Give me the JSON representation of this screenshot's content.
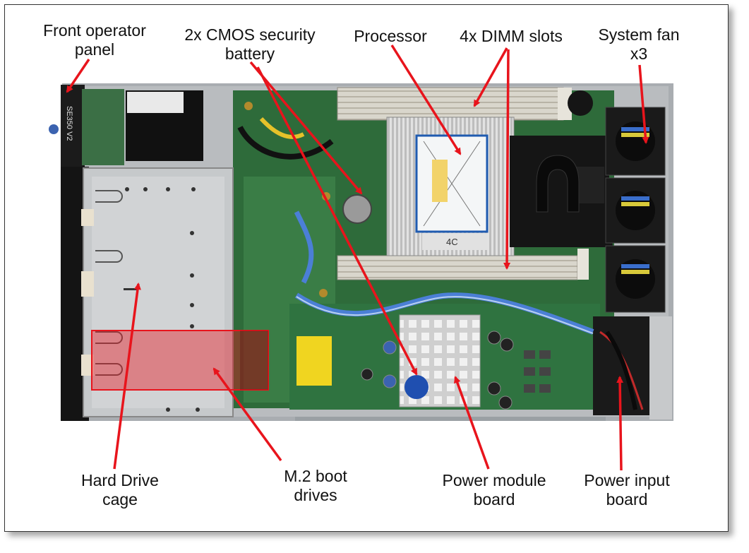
{
  "labels": {
    "front_panel": [
      "Front operator",
      "panel"
    ],
    "cmos": [
      "2x CMOS security",
      "battery"
    ],
    "processor": [
      "Processor"
    ],
    "dimm": [
      "4x DIMM slots"
    ],
    "fan": [
      "System fan",
      "x3"
    ],
    "hdd": [
      "Hard Drive",
      "cage"
    ],
    "m2": [
      "M.2 boot",
      "drives"
    ],
    "power_module": [
      "Power module",
      "board"
    ],
    "power_input": [
      "Power input",
      "board"
    ]
  },
  "board_marks": {
    "chassis_model": "SE350 V2",
    "processor_label": "4C"
  },
  "colors": {
    "arrow": "#e8141c",
    "highlight": "#e8141c",
    "pcb": "#2e6b3a",
    "chassis": "#b9bcbf",
    "heatsink": "#c8c8c8",
    "fan": "#1a1a1a"
  }
}
